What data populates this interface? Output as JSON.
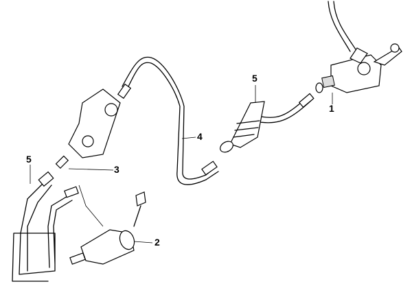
{
  "diagram": {
    "callouts": [
      {
        "id": "1",
        "label": "1"
      },
      {
        "id": "2",
        "label": "2"
      },
      {
        "id": "3",
        "label": "3"
      },
      {
        "id": "4",
        "label": "4"
      },
      {
        "id": "5a",
        "label": "5"
      },
      {
        "id": "5b",
        "label": "5"
      }
    ]
  }
}
